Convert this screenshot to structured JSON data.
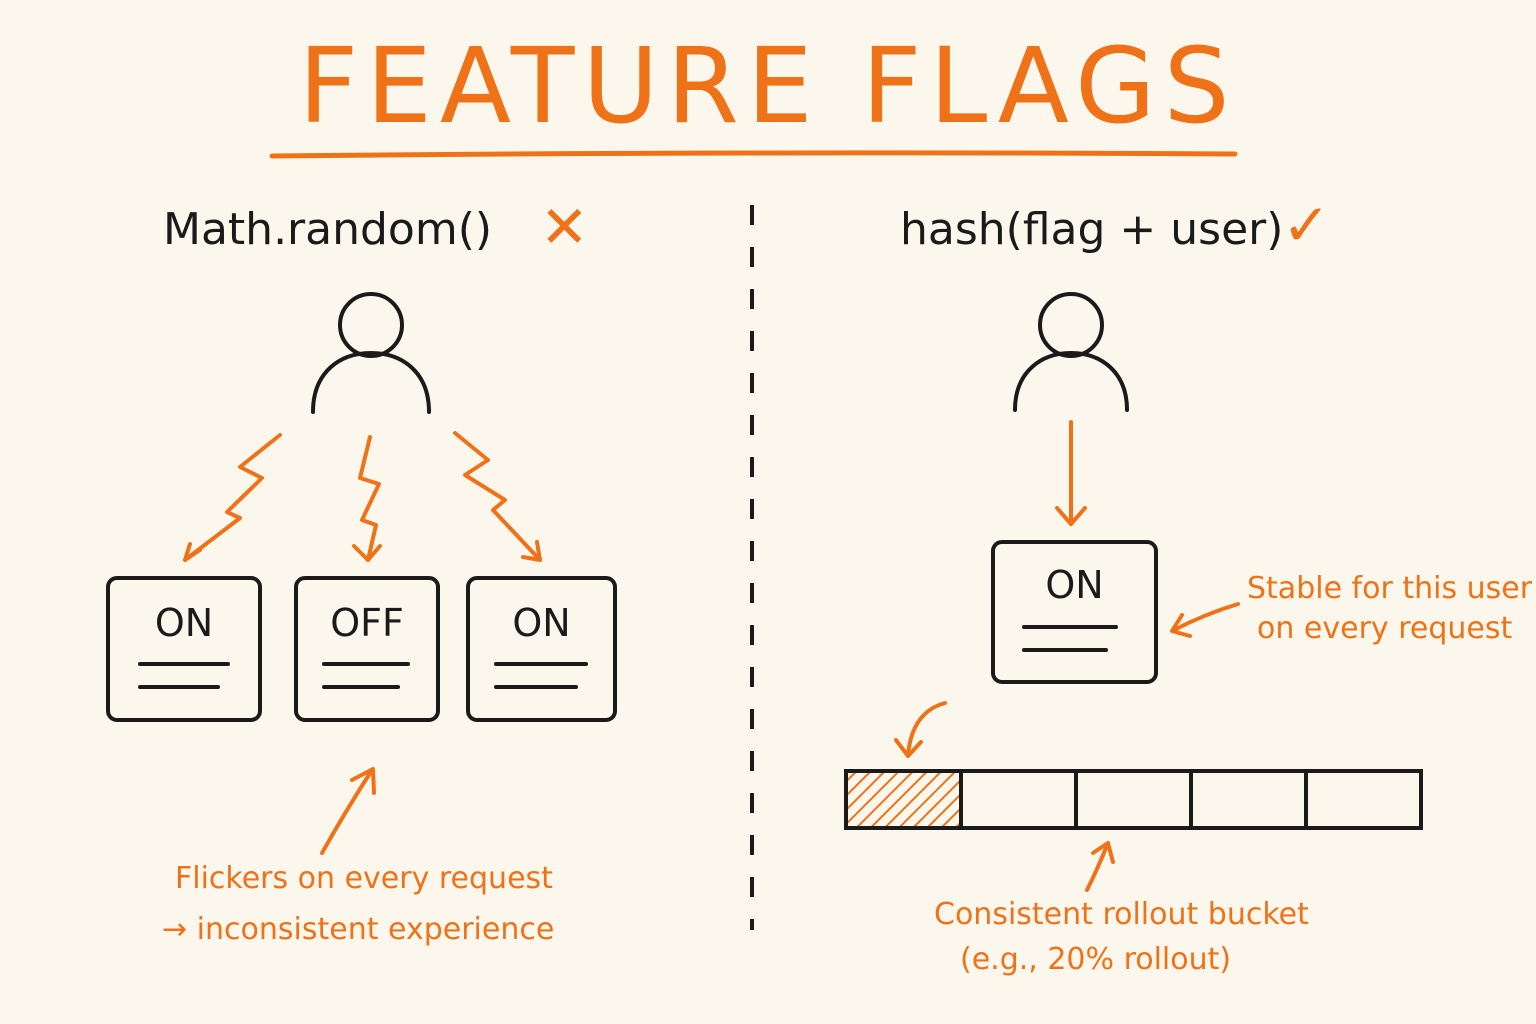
{
  "title": "FEATURE FLAGS",
  "left": {
    "heading": "Math.random()",
    "verdict_mark": "✕",
    "boxes": [
      "ON",
      "OFF",
      "ON"
    ],
    "note_line1": "Flickers on every request",
    "note_line2": "→ inconsistent experience"
  },
  "right": {
    "heading": "hash(flag + user)",
    "verdict_mark": "✓",
    "box": "ON",
    "stable_line1": "Stable for this user",
    "stable_line2": "on every request",
    "bucket_line1": "Consistent rollout bucket",
    "bucket_line2": "(e.g., 20% rollout)",
    "rollout_fraction": 0.2,
    "bucket_count": 5
  },
  "colors": {
    "accent": "#f07218",
    "ink": "#1a1a1a",
    "background": "#fcf7ed"
  }
}
